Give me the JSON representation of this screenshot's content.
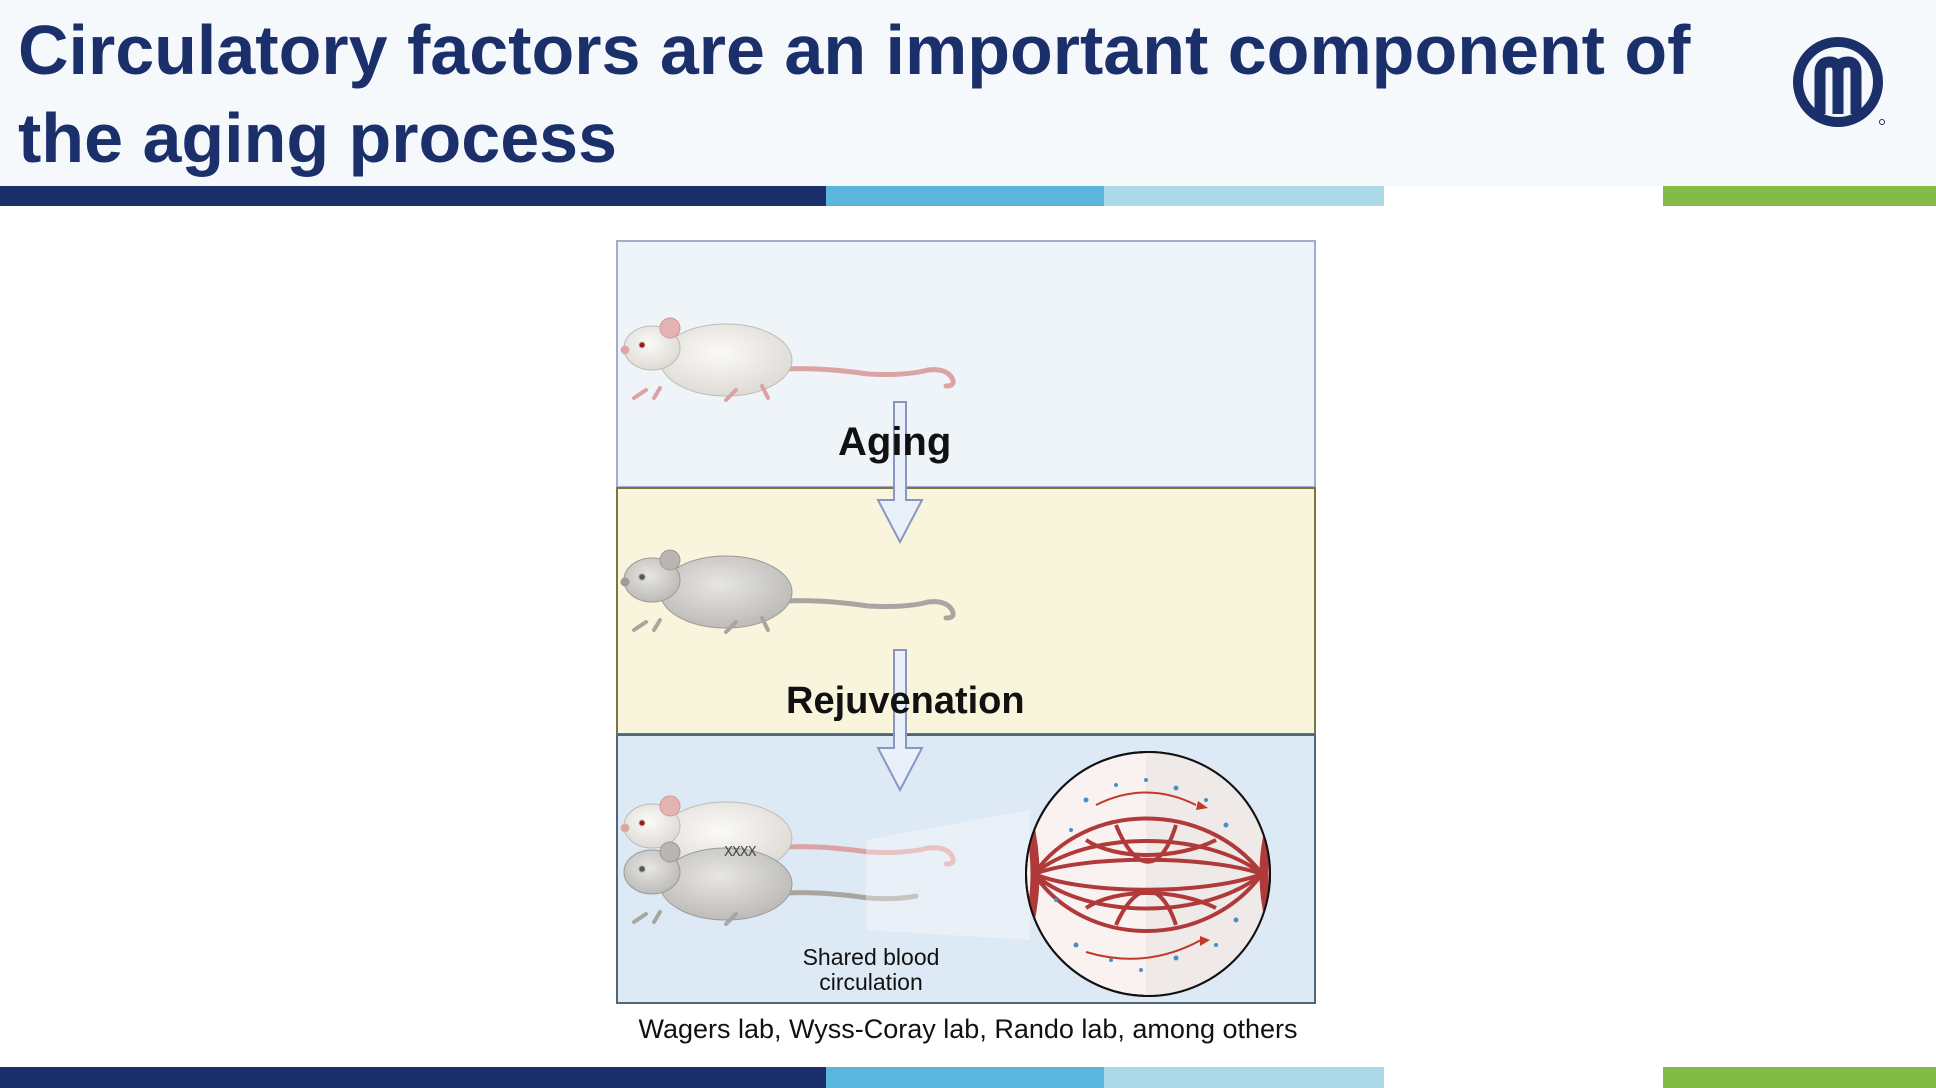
{
  "slide": {
    "title": "Circulatory factors are an important component of the aging process",
    "citation": "Wagers lab, Wyss-Coray lab, Rando lab, among others"
  },
  "figure": {
    "stage_aging_label": "Aging",
    "stage_rejuvenation_label": "Rejuvenation",
    "shared_circulation_label": "Shared blood circulation",
    "suture_mark": "XXXX",
    "panel_colors": [
      "#eff4f9",
      "#f9f4dc",
      "#dde9f5"
    ]
  },
  "icons": {
    "logo": "logo-icon",
    "young_mouse": "young-mouse-icon",
    "old_mouse": "old-mouse-icon",
    "parabiosis_pair": "parabiosis-mice-icon",
    "vessel_network": "blood-vessel-network-icon",
    "down_arrow": "down-arrow-icon"
  },
  "colors": {
    "title": "#1b2f6b",
    "stripe": [
      "#1b2f6b",
      "#5bb6dd",
      "#abd9e8",
      "#ffffff",
      "#82bb46"
    ],
    "vessel": "#b03a3a"
  }
}
